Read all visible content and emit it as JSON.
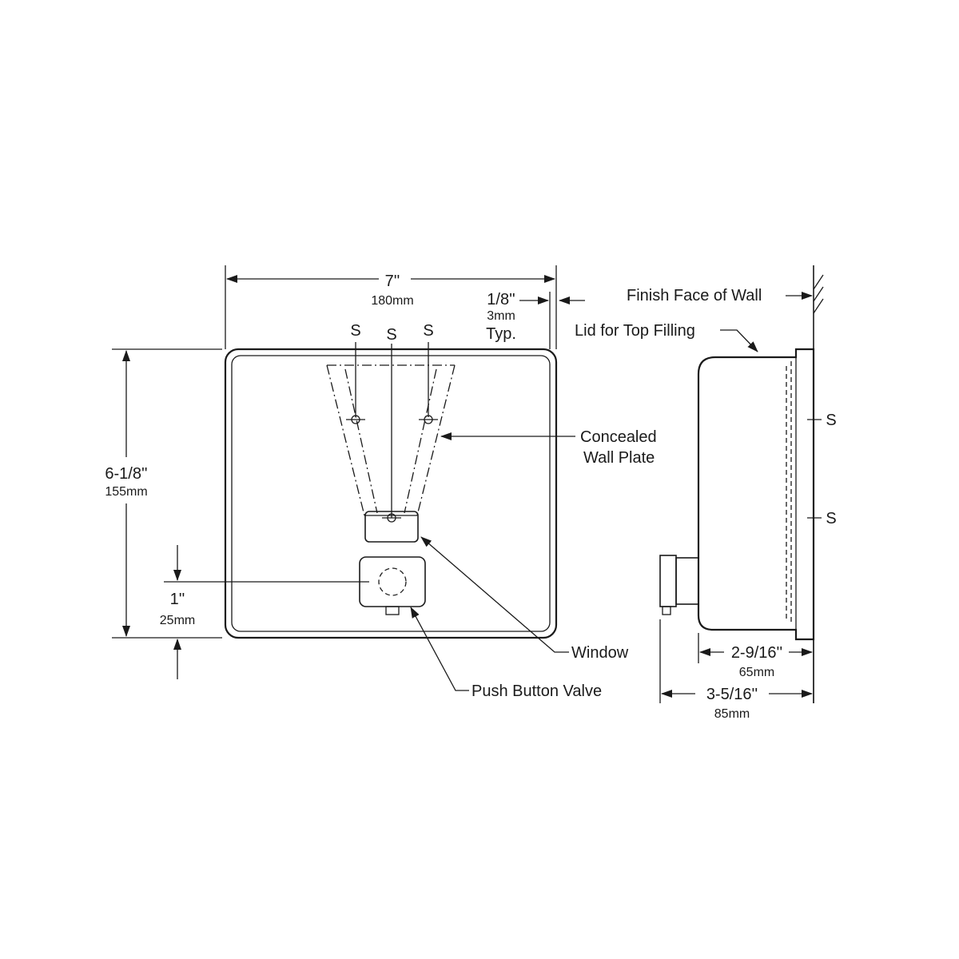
{
  "front_view": {
    "width_imperial": "7''",
    "width_metric": "180mm",
    "height_imperial": "6-1/8''",
    "height_metric": "155mm",
    "button_offset_imperial": "1''",
    "button_offset_metric": "25mm",
    "gap_imperial": "1/8''",
    "gap_metric": "3mm",
    "gap_note": "Typ.",
    "screw_mark": "S",
    "callout_wall_plate_line1": "Concealed",
    "callout_wall_plate_line2": "Wall Plate",
    "callout_window": "Window",
    "callout_button": "Push Button Valve"
  },
  "side_view": {
    "wall_label": "Finish Face of Wall",
    "lid_label": "Lid for Top Filling",
    "screw_mark": "S",
    "depth_body_imperial": "2-9/16''",
    "depth_body_metric": "65mm",
    "depth_total_imperial": "3-5/16''",
    "depth_total_metric": "85mm"
  }
}
